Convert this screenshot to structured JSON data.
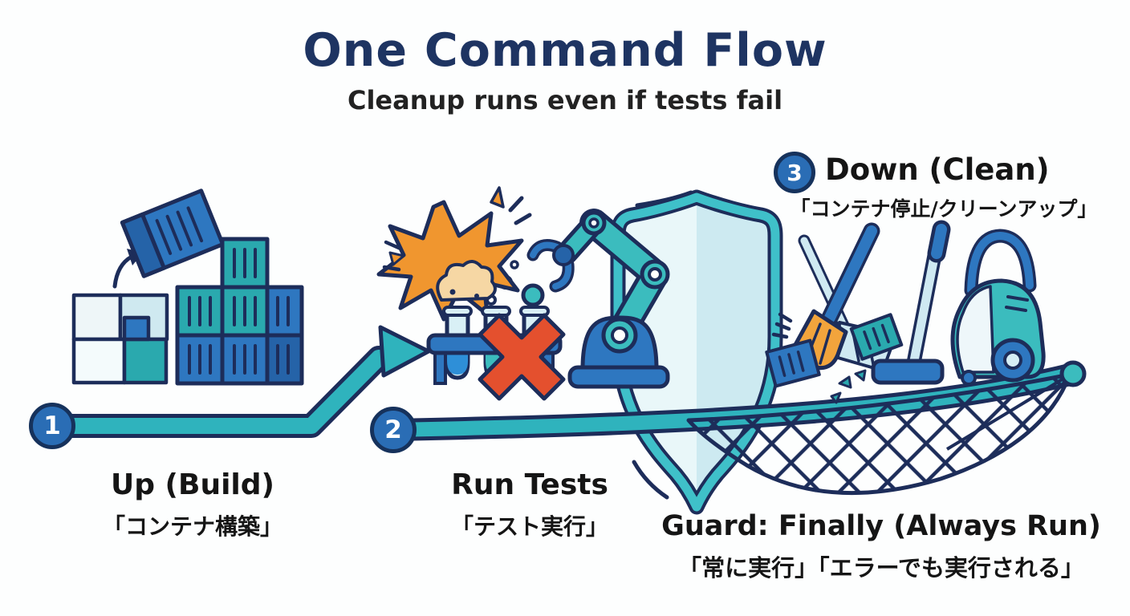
{
  "title": "One Command Flow",
  "subtitle": "Cleanup runs even if tests fail",
  "steps": [
    {
      "number": "1",
      "label": "Up (Build)",
      "caption": "「コンテナ構築」"
    },
    {
      "number": "2",
      "label": "Run Tests",
      "caption": "「テスト実行」"
    },
    {
      "number": "3",
      "label": "Down (Clean)",
      "caption": "「コンテナ停止/クリーンアップ」"
    }
  ],
  "guard": {
    "label": "Guard: Finally (Always Run)",
    "caption": "「常に実行」「エラーでも実行される」"
  },
  "icons": {
    "step1": [
      "container-blocks-icon",
      "flying-container-icon",
      "upload-arrow-icon",
      "container-stack-icon"
    ],
    "step2": [
      "explosion-icon",
      "test-tubes-icon",
      "fail-x-icon",
      "robot-arm-icon"
    ],
    "step3": [
      "broom-icon",
      "swept-container-icon",
      "debris-icon",
      "vacuum-cleaner-icon"
    ],
    "guard": [
      "shield-icon",
      "safety-net-icon"
    ],
    "flow": [
      "flow-line-1",
      "flow-arrow-icon",
      "flow-line-2",
      "flow-end-knob"
    ]
  },
  "colors": {
    "title_navy": "#1e3462",
    "outline_navy": "#1d2d5a",
    "teal": "#2fb3bd",
    "teal_light": "#3bbcbe",
    "blue": "#2e77c0",
    "dark_blue": "#2563a8",
    "light_blue": "#cfe9f0",
    "orange": "#f0962f",
    "tan": "#f6d7a4",
    "red": "#e4502e",
    "shield_light": "#e9f7f9",
    "shield_mid": "#cdeaf1",
    "circle_blue": "#2a6db5",
    "background": "#fdfefe"
  }
}
